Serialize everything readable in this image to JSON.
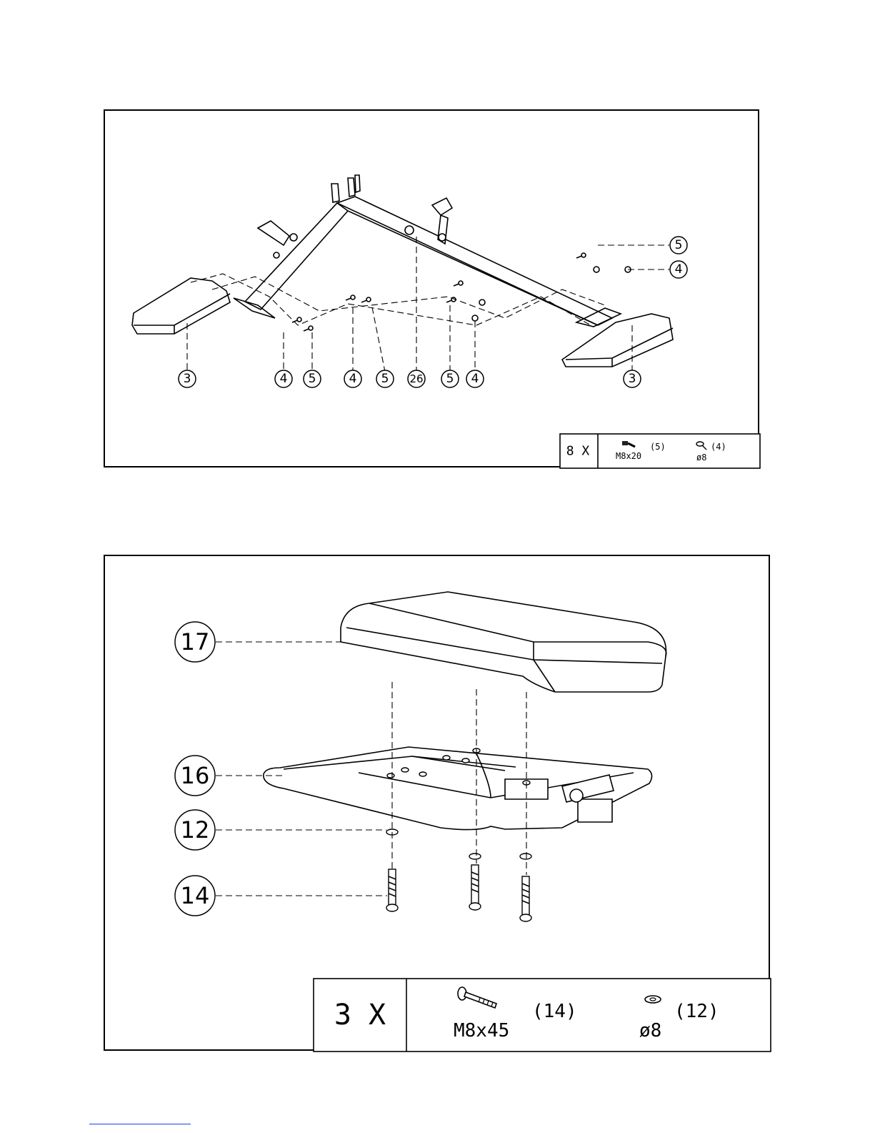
{
  "step1": {
    "callouts": [
      "3",
      "4",
      "5",
      "4",
      "5",
      "26",
      "5",
      "4",
      "3",
      "5",
      "4"
    ],
    "hardware": {
      "quantity": "8 X",
      "bolt": {
        "spec": "M8x20",
        "part": "(5)",
        "icon": "bolt-icon"
      },
      "washer": {
        "spec": "ø8",
        "part": "(4)",
        "icon": "washer-icon"
      }
    }
  },
  "step2": {
    "callouts": [
      "17",
      "16",
      "12",
      "14"
    ],
    "hardware": {
      "quantity": "3 X",
      "bolt": {
        "spec": "M8x45",
        "part": "(14)",
        "icon": "bolt-icon"
      },
      "washer": {
        "spec": "ø8",
        "part": "(12)",
        "icon": "washer-icon"
      }
    }
  }
}
